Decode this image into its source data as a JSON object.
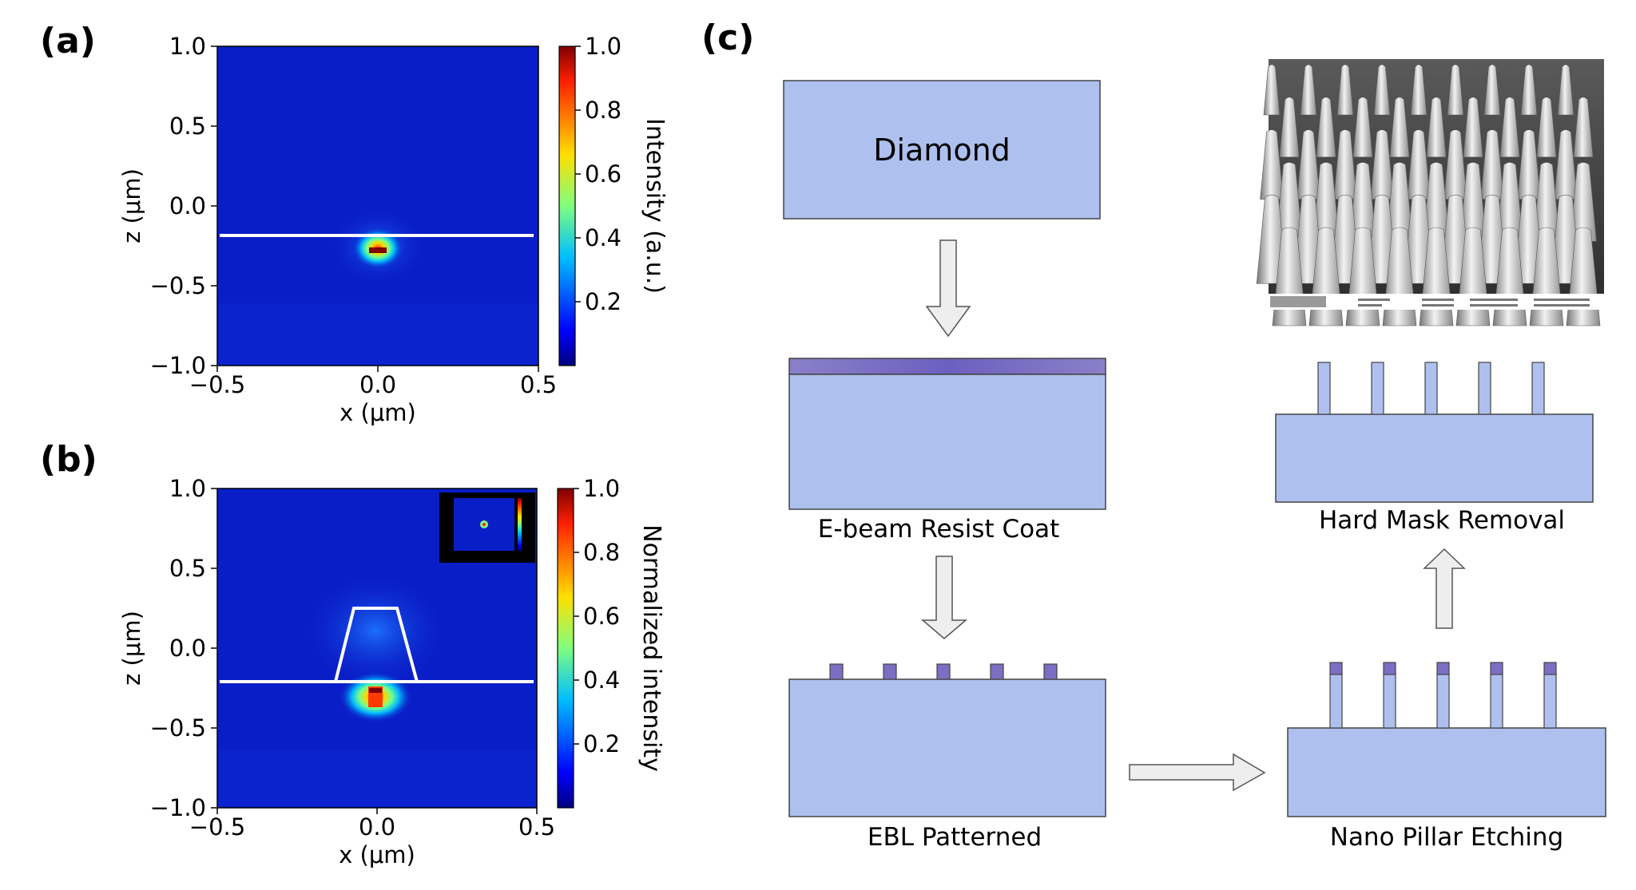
{
  "panels": {
    "a": {
      "label": "(a)",
      "xlabel": "x (μm)",
      "ylabel": "z (μm)",
      "xticks": [
        "−0.5",
        "0.0",
        "0.5"
      ],
      "yticks": [
        "1.0",
        "0.5",
        "0.0",
        "−0.5",
        "−1.0"
      ],
      "colorbar_label": "Intensity (a.u.)",
      "colorbar_ticks": [
        "1.0",
        "0.8",
        "0.6",
        "0.4",
        "0.2"
      ]
    },
    "b": {
      "label": "(b)",
      "xlabel": "x (μm)",
      "ylabel": "z (μm)",
      "xticks": [
        "−0.5",
        "0.0",
        "0.5"
      ],
      "yticks": [
        "1.0",
        "0.5",
        "0.0",
        "−0.5",
        "−1.0"
      ],
      "colorbar_label": "Normalized intensity",
      "colorbar_ticks": [
        "1.0",
        "0.8",
        "0.6",
        "0.4",
        "0.2"
      ]
    },
    "c": {
      "label": "(c)",
      "steps": {
        "diamond": "Diamond",
        "resist": "E-beam Resist Coat",
        "ebl": "EBL Patterned",
        "etch": "Nano Pillar Etching",
        "removal": "Hard Mask Removal"
      }
    }
  },
  "colors": {
    "plot_background": "#0a1ec8",
    "diamond_fill": "#aec0ee",
    "resist_fill": "#7b6fc4",
    "arrow_fill": "#eeeeee",
    "outline": "#444444"
  },
  "chart_data": [
    {
      "type": "heatmap",
      "panel": "a",
      "xlabel": "x (μm)",
      "ylabel": "z (μm)",
      "xlim": [
        -0.5,
        0.5
      ],
      "ylim": [
        -1.0,
        1.0
      ],
      "colorbar_label": "Intensity (a.u.)",
      "colorbar_range": [
        0,
        1.0
      ],
      "surface_line_z": -0.18,
      "hotspot": {
        "x": 0.0,
        "z": -0.28,
        "value": 1.0
      }
    },
    {
      "type": "heatmap",
      "panel": "b",
      "xlabel": "x (μm)",
      "ylabel": "z (μm)",
      "xlim": [
        -0.5,
        0.5
      ],
      "ylim": [
        -1.0,
        1.0
      ],
      "colorbar_label": "Normalized intensity",
      "colorbar_range": [
        0,
        1.0
      ],
      "surface_line_z": -0.21,
      "pillar_outline": [
        [
          -0.13,
          -0.21
        ],
        [
          -0.08,
          0.25
        ],
        [
          0.06,
          0.25
        ],
        [
          0.12,
          -0.21
        ]
      ],
      "hotspot": {
        "x": 0.0,
        "z": -0.3,
        "value": 1.0
      }
    }
  ]
}
